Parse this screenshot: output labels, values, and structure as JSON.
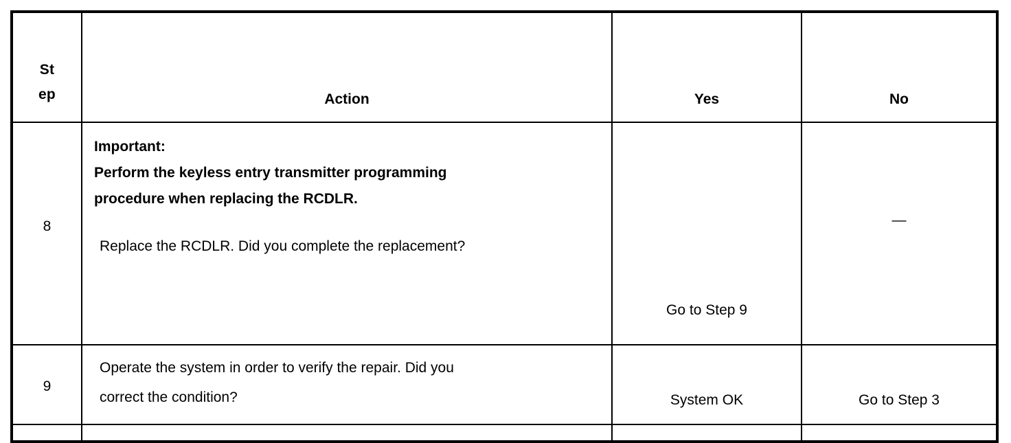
{
  "table": {
    "headers": {
      "step": {
        "line1": "St",
        "line2": "ep",
        "full": "Step"
      },
      "action": "Action",
      "yes": "Yes",
      "no": "No"
    },
    "rows": [
      {
        "step": "8",
        "action": {
          "note_label": "Important:",
          "note_line1": "Perform the keyless entry transmitter programming",
          "note_line2": "procedure when replacing the RCDLR.",
          "question": "Replace the RCDLR. Did you complete the replacement?"
        },
        "yes": "Go to Step 9",
        "no": "—"
      },
      {
        "step": "9",
        "action": {
          "line1": "Operate the system in order to verify the repair. Did you",
          "line2": "correct the condition?"
        },
        "yes": "System OK",
        "no": "Go to Step 3"
      }
    ]
  },
  "colors": {
    "border": "#000000",
    "text": "#000000",
    "background": "#ffffff"
  }
}
